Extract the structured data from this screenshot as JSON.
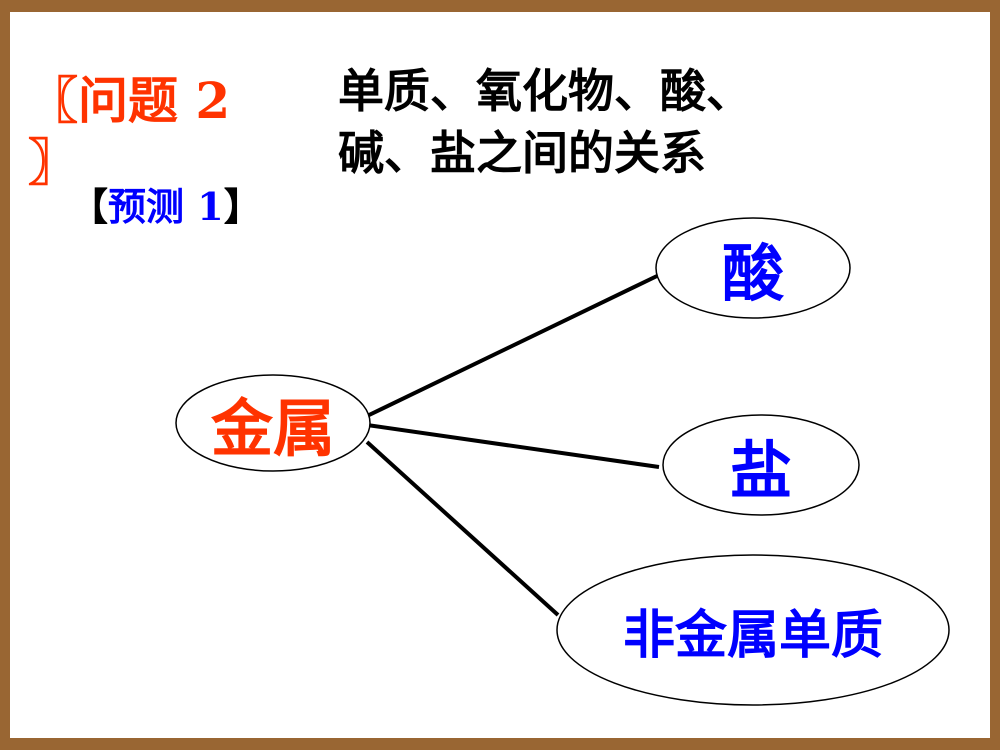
{
  "slide": {
    "background": "#ffffff",
    "frame_color": "#996633"
  },
  "question": {
    "label": "〖问题 2 〗",
    "color": "#ff3300"
  },
  "prediction": {
    "open_bracket": "【",
    "label": "预测 1",
    "close_bracket": "】",
    "color": "#0000ff"
  },
  "topic": {
    "line1": "单质、氧化物、酸、",
    "line2": "碱、盐之间的关系"
  },
  "diagram": {
    "center": {
      "label": "金属",
      "color": "#ff3300"
    },
    "nodes": [
      {
        "label": "酸",
        "color": "#0000ff"
      },
      {
        "label": "盐",
        "color": "#0000ff"
      },
      {
        "label": "非金属单质",
        "color": "#0000ff"
      }
    ],
    "edges": [
      {
        "from": "金属",
        "to": "酸"
      },
      {
        "from": "金属",
        "to": "盐"
      },
      {
        "from": "金属",
        "to": "非金属单质"
      }
    ]
  }
}
